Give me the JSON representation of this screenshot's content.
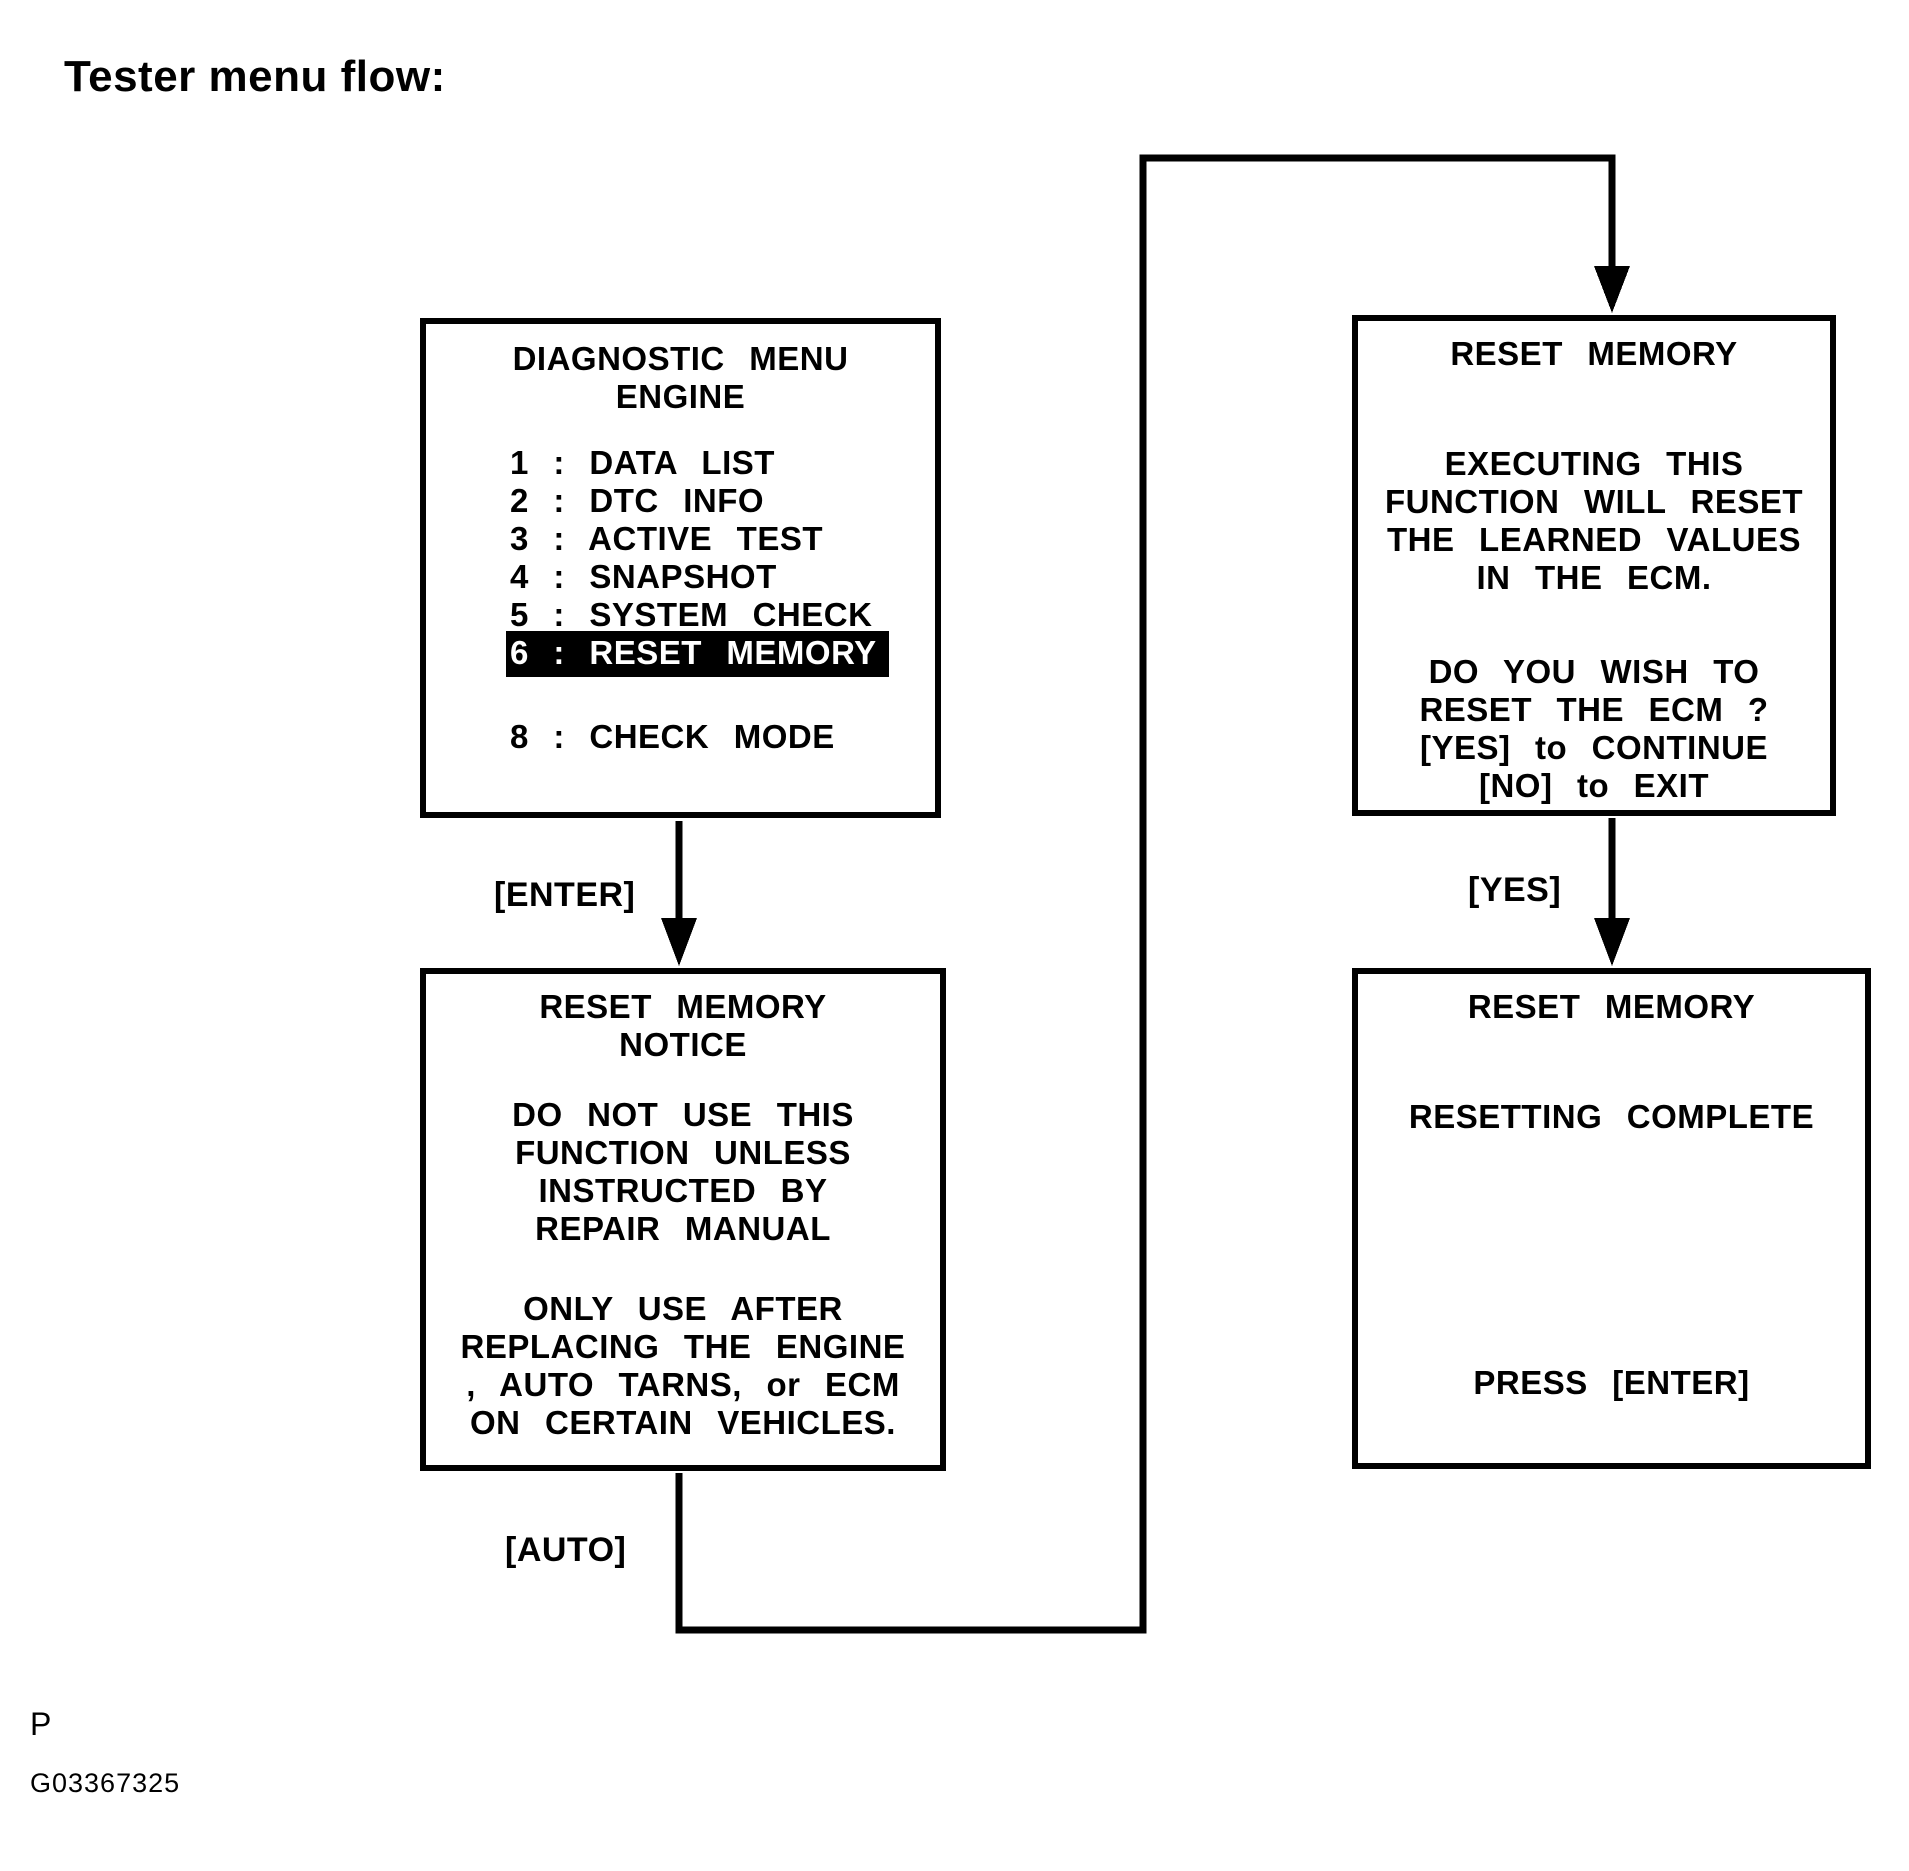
{
  "page_title": "Tester menu flow:",
  "screens": {
    "diagnostic_menu": {
      "title_line1": "DIAGNOSTIC MENU",
      "title_line2": "ENGINE",
      "items": [
        {
          "text": "1 : DATA LIST",
          "highlighted": false
        },
        {
          "text": "2 : DTC INFO",
          "highlighted": false
        },
        {
          "text": "3 : ACTIVE TEST",
          "highlighted": false
        },
        {
          "text": "4 : SNAPSHOT",
          "highlighted": false
        },
        {
          "text": "5 : SYSTEM CHECK",
          "highlighted": false
        },
        {
          "text": "6 : RESET MEMORY",
          "highlighted": true
        },
        {
          "text": "8 : CHECK MODE",
          "highlighted": false
        }
      ]
    },
    "reset_memory_notice": {
      "title_lines": [
        "RESET MEMORY",
        "NOTICE"
      ],
      "warning_lines": [
        "DO NOT USE THIS",
        "FUNCTION UNLESS",
        "INSTRUCTED BY",
        "REPAIR MANUAL"
      ],
      "usage_lines": [
        "ONLY USE AFTER",
        "REPLACING THE ENGINE",
        ", AUTO TARNS, or ECM",
        "ON CERTAIN VEHICLES."
      ]
    },
    "reset_memory_confirm": {
      "title": "RESET MEMORY",
      "info_lines": [
        "EXECUTING THIS",
        "FUNCTION WILL RESET",
        "THE LEARNED VALUES",
        "IN THE ECM."
      ],
      "prompt_lines": [
        "DO YOU WISH TO",
        "RESET THE ECM ?",
        "[YES] to CONTINUE",
        "[NO] to EXIT"
      ]
    },
    "reset_memory_complete": {
      "title": "RESET MEMORY",
      "status": "RESETTING COMPLETE",
      "action": "PRESS [ENTER]"
    }
  },
  "flow_labels": {
    "enter": "[ENTER]",
    "auto": "[AUTO]",
    "yes": "[YES]"
  },
  "footer": {
    "page_marker": "P",
    "figure_id": "G03367325"
  }
}
